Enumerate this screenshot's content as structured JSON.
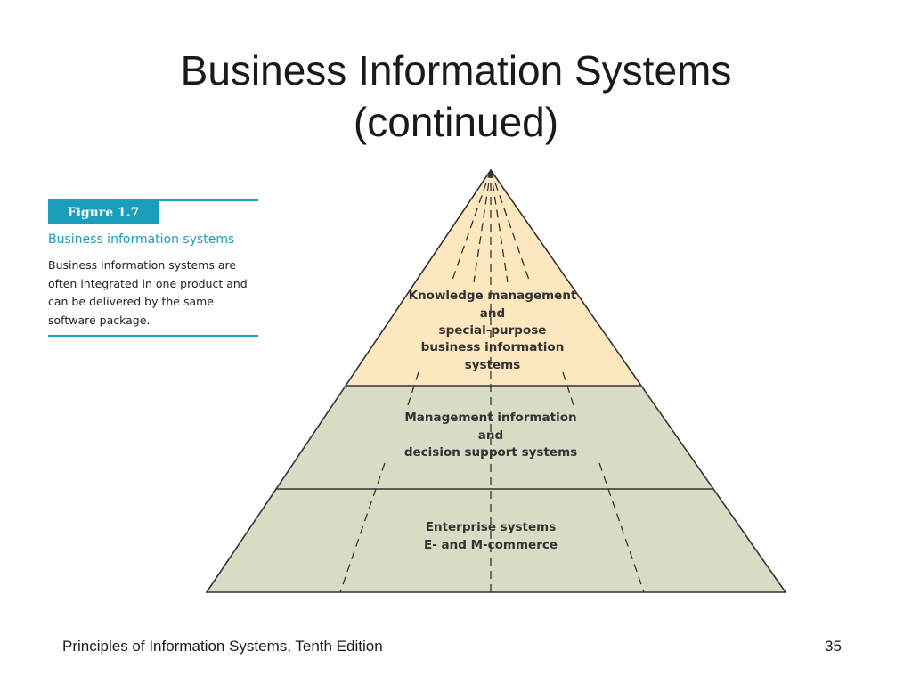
{
  "slide": {
    "title_lines": [
      "Business Information Systems",
      "(continued)"
    ]
  },
  "figure": {
    "tag": "Figure 1.7",
    "heading": "Business information systems",
    "body_lines": [
      "Business information systems are",
      "often integrated in one product and",
      "can be delivered by the same",
      "software package."
    ],
    "accent_color": "#1a9fba"
  },
  "pyramid": {
    "tiers": [
      {
        "lines": [
          "Knowledge management",
          "and",
          "special-purpose",
          "business information",
          "systems"
        ],
        "fill": "#fde7bf"
      },
      {
        "lines": [
          "Management information",
          "and",
          "decision support systems"
        ],
        "fill": "#d9dcc4"
      },
      {
        "lines": [
          "Enterprise systems",
          "E- and M-commerce"
        ],
        "fill": "#d9dcc4"
      }
    ]
  },
  "footer": {
    "book": "Principles of Information Systems, Tenth Edition",
    "page": "35"
  }
}
